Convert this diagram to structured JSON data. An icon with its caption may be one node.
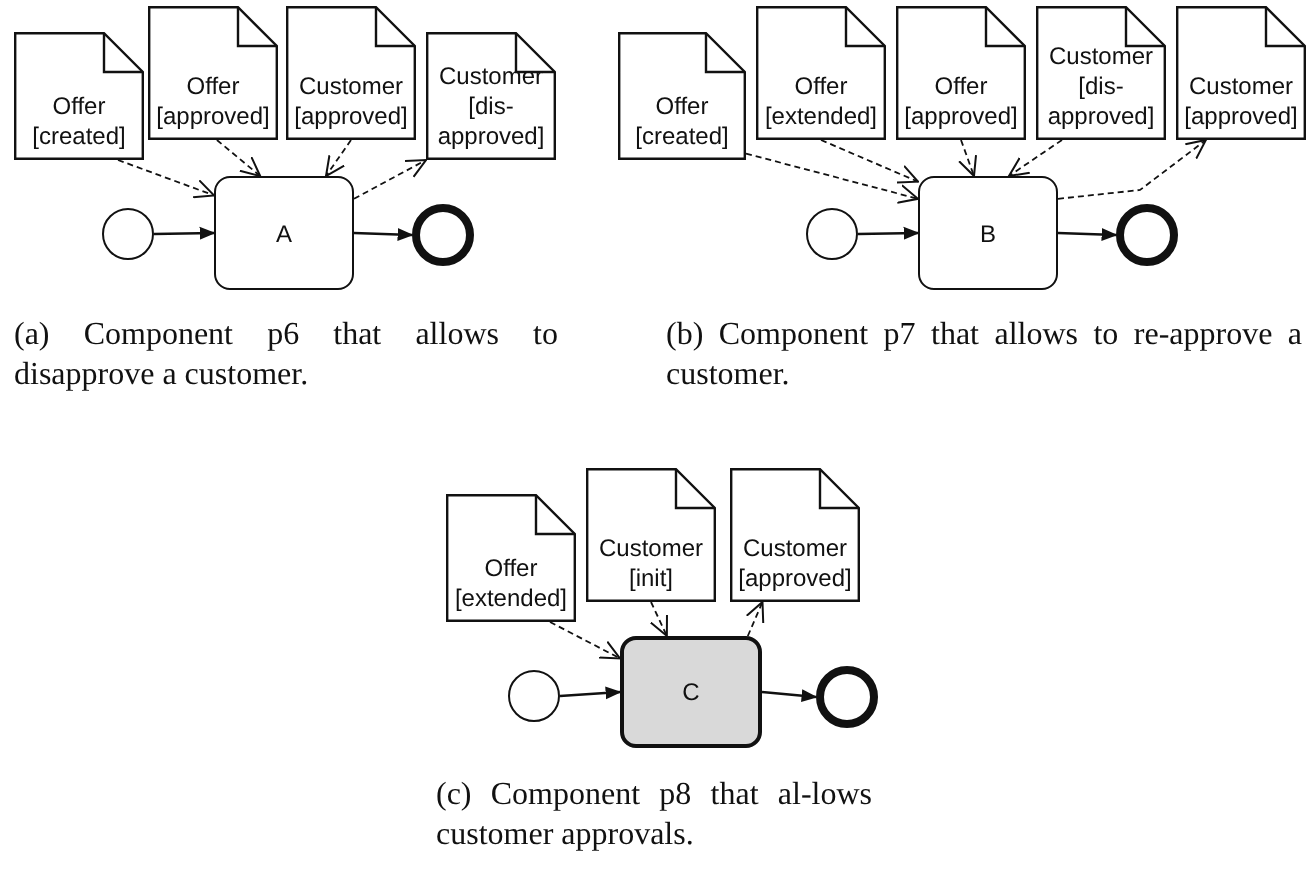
{
  "diagram": {
    "nodes": [
      {
        "text": [
          "Offer [created]"
        ]
      },
      {
        "text": [
          "Offer [approved]"
        ]
      },
      {
        "text": [
          "Customer [approved]"
        ]
      },
      {
        "text": [
          "Customer [dis-approved]"
        ]
      },
      {
        "text": [],
        "shape": "circle"
      },
      {
        "text": [
          "A"
        ]
      },
      {
        "text": [],
        "shape": "circle"
      },
      {
        "text": [
          "Offer [created]"
        ]
      },
      {
        "text": [
          "Offer [extended]"
        ]
      },
      {
        "text": [
          "Offer [approved]"
        ]
      },
      {
        "text": [
          "Customer [dis-approved]"
        ]
      },
      {
        "text": [
          "Customer [approved]"
        ]
      },
      {
        "text": [],
        "shape": "circle"
      },
      {
        "text": [
          "B"
        ]
      },
      {
        "text": [],
        "shape": "circle"
      },
      {
        "text": [
          "Offer [extended]"
        ]
      },
      {
        "text": [
          "Customer [init]"
        ]
      },
      {
        "text": [
          "Customer [approved]"
        ]
      },
      {
        "text": [],
        "shape": "circle"
      },
      {
        "text": [
          "C"
        ]
      },
      {
        "text": [],
        "shape": "circle"
      }
    ],
    "edges": [
      {
        "from": 0,
        "to": 5,
        "arrow": "to",
        "style": "dashed"
      },
      {
        "from": 1,
        "to": 5,
        "arrow": "to",
        "style": "dashed"
      },
      {
        "from": 2,
        "to": 5,
        "arrow": "to",
        "style": "dashed"
      },
      {
        "from": 5,
        "to": 3,
        "arrow": "to",
        "style": "dashed"
      },
      {
        "from": 4,
        "to": 5,
        "arrow": "to"
      },
      {
        "from": 5,
        "to": 6,
        "arrow": "to"
      },
      {
        "from": 7,
        "to": 13,
        "arrow": "to",
        "style": "dashed"
      },
      {
        "from": 8,
        "to": 13,
        "arrow": "to",
        "style": "dashed"
      },
      {
        "from": 9,
        "to": 13,
        "arrow": "to",
        "style": "dashed"
      },
      {
        "from": 10,
        "to": 13,
        "arrow": "to",
        "style": "dashed"
      },
      {
        "from": 13,
        "to": 11,
        "arrow": "to",
        "style": "dashed"
      },
      {
        "from": 12,
        "to": 13,
        "arrow": "to"
      },
      {
        "from": 13,
        "to": 14,
        "arrow": "to"
      },
      {
        "from": 15,
        "to": 19,
        "arrow": "to",
        "style": "dashed"
      },
      {
        "from": 16,
        "to": 19,
        "arrow": "to",
        "style": "dashed"
      },
      {
        "from": 19,
        "to": 17,
        "arrow": "to",
        "style": "dashed"
      },
      {
        "from": 18,
        "to": 19,
        "arrow": "to"
      },
      {
        "from": 19,
        "to": 20,
        "arrow": "to"
      }
    ],
    "labels": [
      "(a) Component p6 that allows to disapprove a customer.",
      "(b) Component p7 that allows to re-approve a customer.",
      "(c) Component p8 that al-lows customer approvals."
    ]
  }
}
